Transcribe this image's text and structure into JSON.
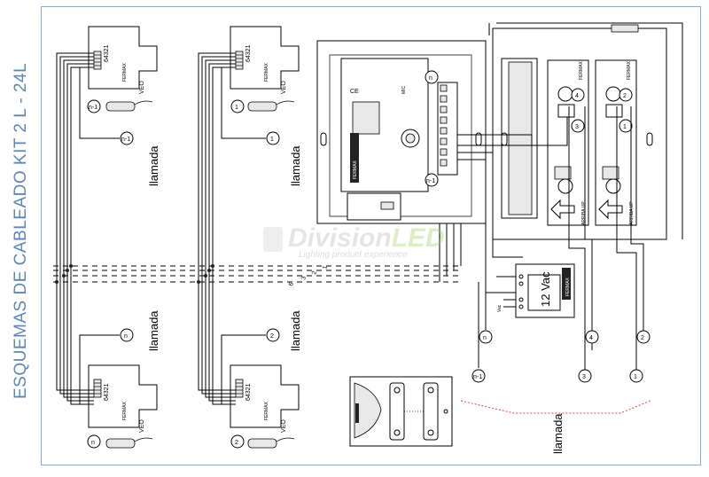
{
  "side_title": "ESQUEMAS DE CABLEADO KIT 2 L - 24L",
  "watermark": {
    "brand_a": "Division",
    "brand_b": "LED",
    "tagline": "Lighting product experience"
  },
  "call_label": "llamada",
  "monitor": {
    "model": "VEO",
    "terminals": "64321",
    "brand": "FERMAX"
  },
  "monitor_ids": {
    "n1": "n-1",
    "one": "1",
    "n": "n",
    "two": "2",
    "three": "3",
    "four": "4"
  },
  "bus_numbers": [
    "6",
    "3",
    "2",
    "1"
  ],
  "power_supply": {
    "label": "12 Vac",
    "brand": "FERMAX",
    "terminal": "Vac"
  },
  "panel": {
    "brand": "FERMAX",
    "ce": "CE",
    "mic": "MIC",
    "arrow_label": "ARRIBA UP"
  },
  "colors": {
    "frame": "#8fa9c8",
    "title": "#5d86b8",
    "call_zone": "#e04040",
    "watermark_led": "#9fd15a"
  }
}
